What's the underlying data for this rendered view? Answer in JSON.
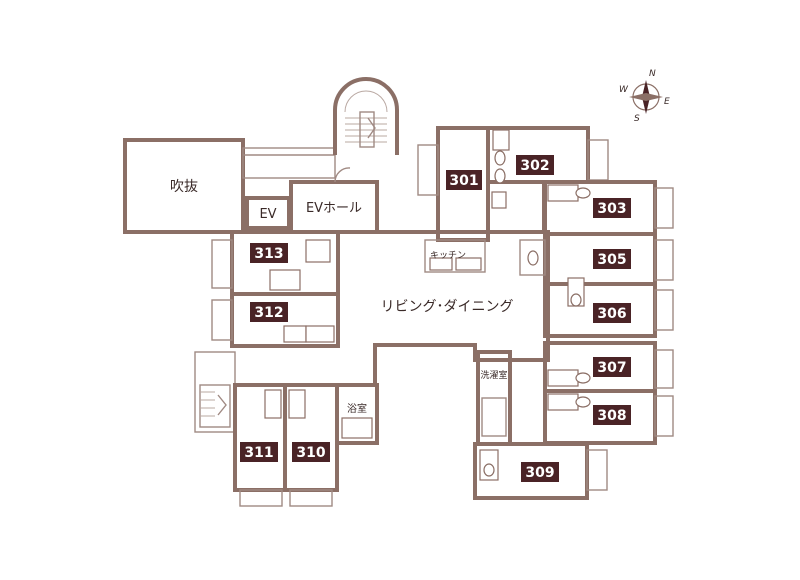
{
  "labels": {
    "atrium": "吹抜",
    "ev": "EV",
    "ev_hall": "EVホール",
    "living_dining": "リビング･ダイニング",
    "kitchen": "キッチン",
    "laundry": "洗濯室",
    "bath": "浴室"
  },
  "rooms": [
    "301",
    "302",
    "303",
    "305",
    "306",
    "307",
    "308",
    "309",
    "310",
    "311",
    "312",
    "313"
  ],
  "compass": {
    "n": "N",
    "e": "E",
    "s": "S",
    "w": "W"
  }
}
